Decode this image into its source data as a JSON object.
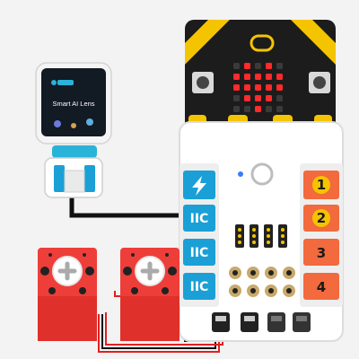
{
  "ai_lens": {
    "screen_text": "Smart AI Lens",
    "brand_color": "#2ab3d8"
  },
  "expansion_board": {
    "left_ports": [
      {
        "kind": "power",
        "icon": "lightning-icon",
        "label": ""
      },
      {
        "kind": "iic",
        "label": "IIC"
      },
      {
        "kind": "iic",
        "label": "IIC"
      },
      {
        "kind": "iic",
        "label": "IIC"
      }
    ],
    "right_ports": [
      {
        "label": "1",
        "marked": true
      },
      {
        "label": "2",
        "marked": true
      },
      {
        "label": "3",
        "marked": false
      },
      {
        "label": "4",
        "marked": false
      }
    ]
  },
  "microbit": {
    "led_heart": [
      [
        0,
        1,
        0,
        1,
        0
      ],
      [
        1,
        1,
        1,
        1,
        1
      ],
      [
        1,
        1,
        1,
        1,
        1
      ],
      [
        0,
        1,
        1,
        1,
        0
      ],
      [
        0,
        0,
        1,
        0,
        0
      ]
    ]
  },
  "colors": {
    "port_blue": "#1aa0d6",
    "port_orange": "#f26a3d",
    "servo_red": "#ee3e3a",
    "wire_black": "#111111",
    "wire_red": "#e02020",
    "led_on": "#ff2a2a",
    "board_black": "#1c1c1c",
    "accent_yellow": "#f5c400"
  }
}
